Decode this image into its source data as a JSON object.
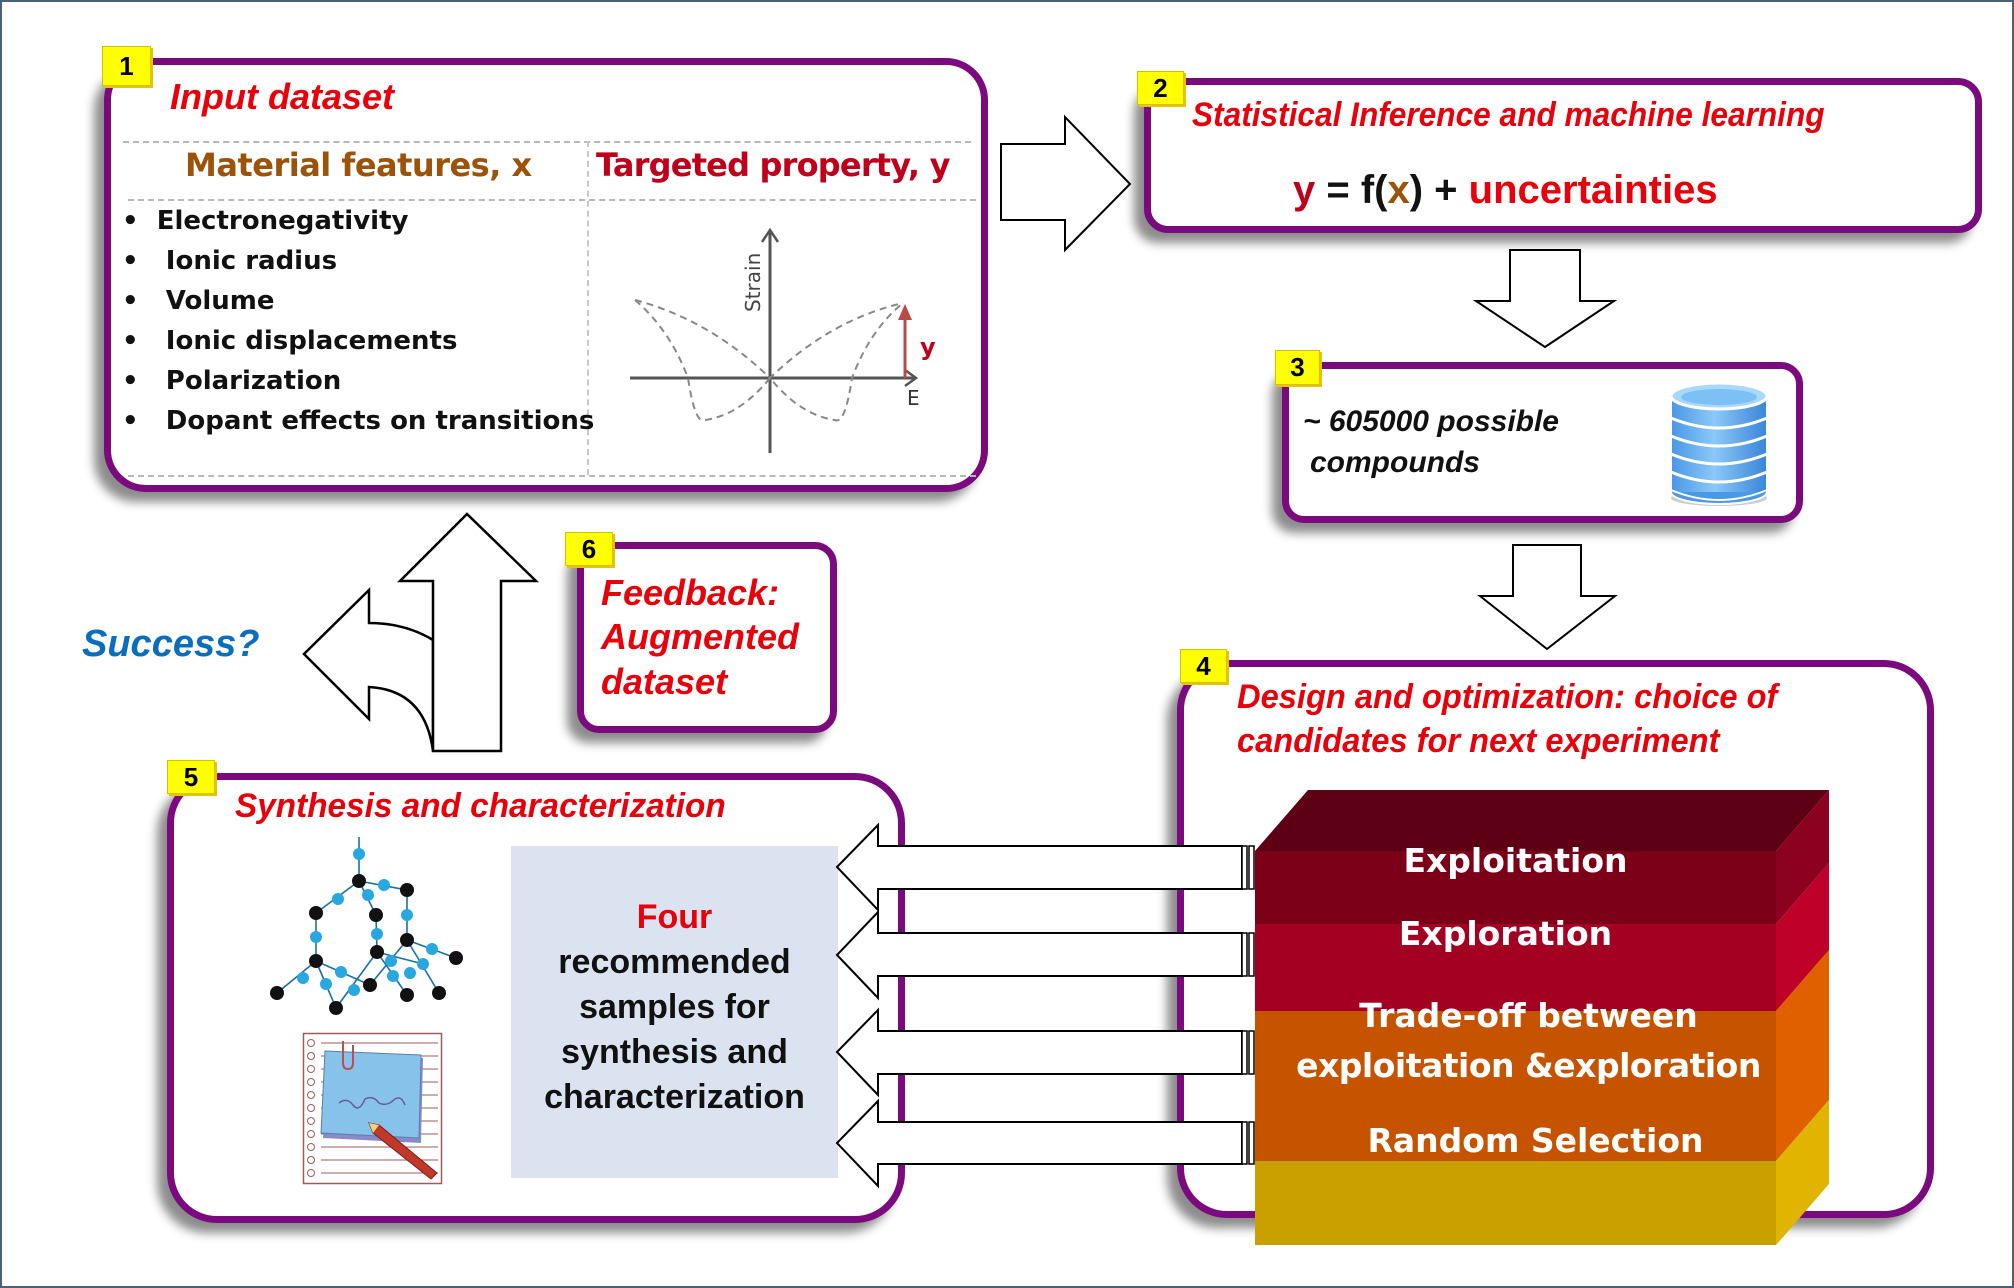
{
  "input_dataset": {
    "badge": "1",
    "title": "Input dataset",
    "col_features_header": "Material features, x",
    "col_property_header": "Targeted property, y",
    "features": [
      "Electronegativity",
      "Ionic radius",
      "Volume",
      "Ionic displacements",
      "Polarization",
      "Dopant effects on  transitions"
    ],
    "plot": {
      "y_axis_label": "Strain",
      "x_axis_label": "E",
      "marker_label": "y"
    }
  },
  "statistical_inference": {
    "badge": "2",
    "title": "Statistical Inference and machine learning",
    "formula": {
      "y": "y",
      "eq_f_open": " = f(",
      "x": "x",
      "close_plus": ") + ",
      "uncertainties": "uncertainties"
    }
  },
  "compounds": {
    "badge": "3",
    "line1": "~ 605000 possible",
    "line2": "compounds",
    "icon": "database-icon"
  },
  "design_optimization": {
    "badge": "4",
    "title_line1": "Design and optimization: choice of",
    "title_line2": "candidates for next experiment",
    "strategies": [
      {
        "label": "Exploitation",
        "front": "#7b0018",
        "side": "#8c0020"
      },
      {
        "label": "Exploration",
        "front": "#a30022",
        "side": "#bf0028"
      },
      {
        "label_line1": "Trade-off between",
        "label_line2": "exploitation &exploration",
        "front": "#c55300",
        "side": "#e06000"
      },
      {
        "label": "Random Selection",
        "front": "#c9a000",
        "side": "#e0b400"
      }
    ],
    "top_face_color": "#5e0015"
  },
  "synthesis": {
    "badge": "5",
    "title": "Synthesis and characterization",
    "panel": {
      "highlight": "Four",
      "lines": [
        "recommended",
        "samples for",
        "synthesis and",
        "characterization"
      ]
    }
  },
  "feedback": {
    "badge": "6",
    "lines": [
      "Feedback:",
      "Augmented",
      "dataset"
    ]
  },
  "success_label": "Success?",
  "colors": {
    "box_border": "#7a0a7e",
    "title_red": "#e8000b",
    "feature_brown": "#9c5208",
    "property_red": "#c0001a",
    "success_blue": "#0a6ebd",
    "badge_yellow": "#ffff00",
    "panel_blue": "#dae3ef"
  }
}
